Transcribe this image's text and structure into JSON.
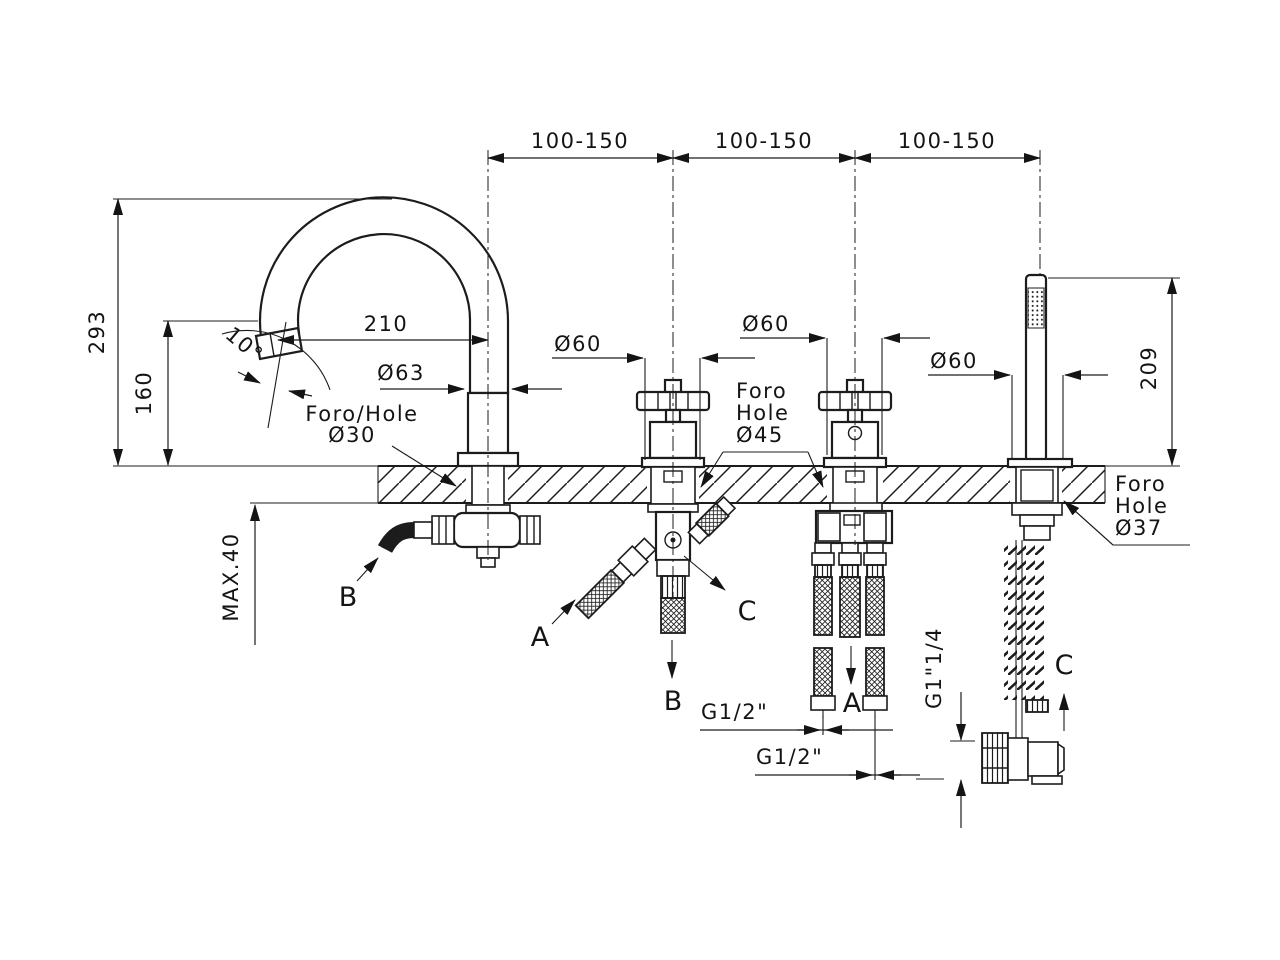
{
  "annotations": {
    "spacing": [
      "100-150",
      "100-150",
      "100-150"
    ],
    "spout_height": "293",
    "outlet_height": "160",
    "reach": "210",
    "angle": "10°",
    "spout_base": "Ø63",
    "spout_hole": [
      "Foro/Hole",
      "Ø30"
    ],
    "handle_escutcheon_1": "Ø60",
    "handle_escutcheon_2": "Ø60",
    "handle_hole": [
      "Foro",
      "Hole",
      "Ø45"
    ],
    "shower_escutcheon": "Ø60",
    "shower_height": "209",
    "shower_hole": [
      "Foro",
      "Hole",
      "Ø37"
    ],
    "deck_max_thickness": "MAX.40",
    "hose_thread_1": "G1/2\"",
    "hose_thread_2": "G1/2\"",
    "elbow_thread": "G1\"1/4",
    "points": {
      "a1": "A",
      "a2": "A",
      "b1": "B",
      "b2": "B",
      "c1": "C",
      "c2": "C"
    }
  }
}
